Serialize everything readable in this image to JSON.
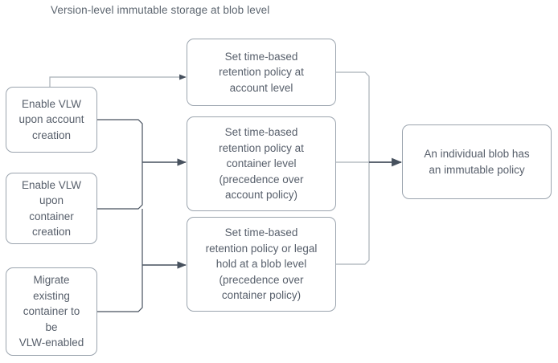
{
  "diagram": {
    "title": "Version-level immutable storage at blob level",
    "type": "flowchart",
    "colors": {
      "text": "#575f6b",
      "title_text": "#5d6670",
      "node_border": "#9ba4ae",
      "node_fill": "#ffffff",
      "arrow_dark": "#47515e",
      "connector_light": "#a9b0b8",
      "background": "#ffffff"
    },
    "nodes": {
      "left": [
        {
          "id": "enable-vlw-account",
          "label": "Enable VLW\nupon account\ncreation"
        },
        {
          "id": "enable-vlw-container",
          "label": "Enable VLW\nupon\ncontainer\ncreation"
        },
        {
          "id": "migrate-container",
          "label": "Migrate\nexisting\ncontainer to\nbe\nVLW-enabled"
        }
      ],
      "middle": [
        {
          "id": "retention-account",
          "label": "Set time-based\nretention policy at\naccount level"
        },
        {
          "id": "retention-container",
          "label": "Set time-based\nretention policy at\ncontainer level\n(precedence over\naccount policy)"
        },
        {
          "id": "retention-blob",
          "label": "Set time-based\nretention policy or legal\nhold at a blob level\n(precedence over\ncontainer policy)"
        }
      ],
      "right": [
        {
          "id": "immutable-blob",
          "label": "An individual blob has\nan immutable policy"
        }
      ]
    },
    "edges": [
      {
        "from": "enable-vlw-account",
        "to": "retention-account"
      },
      {
        "from": "enable-vlw-account",
        "to": "retention-container"
      },
      {
        "from": "enable-vlw-container",
        "to": "retention-container"
      },
      {
        "from": "enable-vlw-container",
        "to": "retention-blob"
      },
      {
        "from": "migrate-container",
        "to": "retention-blob"
      },
      {
        "from": "retention-account",
        "to": "immutable-blob"
      },
      {
        "from": "retention-container",
        "to": "immutable-blob"
      },
      {
        "from": "retention-blob",
        "to": "immutable-blob"
      }
    ]
  }
}
